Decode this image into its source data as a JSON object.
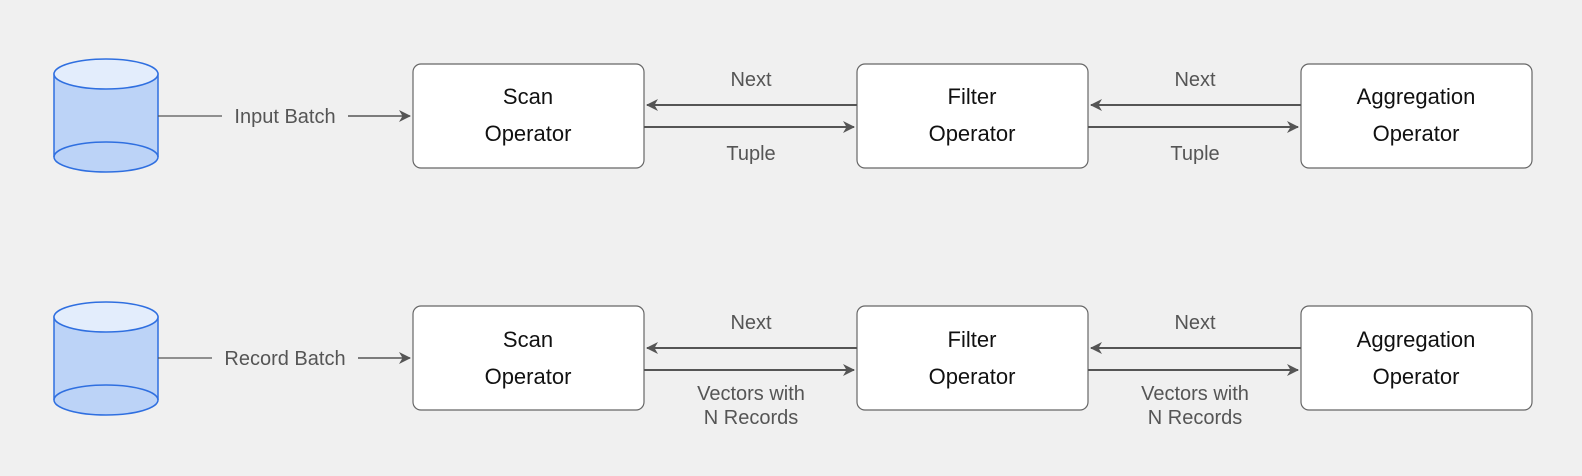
{
  "colors": {
    "background": "#f0f0f0",
    "cylinder_fill": "#bcd3f7",
    "cylinder_top": "#e3edfc",
    "cylinder_stroke": "#2f6fe0",
    "box_fill": "#ffffff",
    "box_stroke": "#666666",
    "arrow": "#555555"
  },
  "rows": [
    {
      "source_icon": "database-cylinder-icon",
      "input_label": "Input Batch",
      "operators": [
        {
          "line1": "Scan",
          "line2": "Operator"
        },
        {
          "line1": "Filter",
          "line2": "Operator"
        },
        {
          "line1": "Aggregation",
          "line2": "Operator"
        }
      ],
      "links": [
        {
          "upper": "Next",
          "lower": [
            "Tuple"
          ]
        },
        {
          "upper": "Next",
          "lower": [
            "Tuple"
          ]
        }
      ]
    },
    {
      "source_icon": "database-cylinder-icon",
      "input_label": "Record Batch",
      "operators": [
        {
          "line1": "Scan",
          "line2": "Operator"
        },
        {
          "line1": "Filter",
          "line2": "Operator"
        },
        {
          "line1": "Aggregation",
          "line2": "Operator"
        }
      ],
      "links": [
        {
          "upper": "Next",
          "lower": [
            "Vectors with",
            "N Records"
          ]
        },
        {
          "upper": "Next",
          "lower": [
            "Vectors with",
            "N Records"
          ]
        }
      ]
    }
  ]
}
